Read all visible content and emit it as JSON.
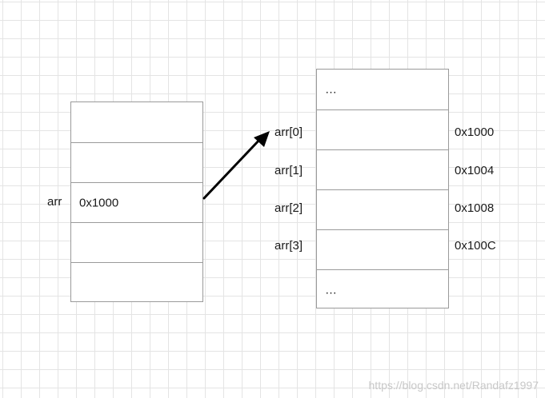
{
  "left_stack": {
    "name_label": "arr",
    "cells": [
      "",
      "",
      "0x1000",
      "",
      ""
    ]
  },
  "right_stack": {
    "cells": [
      "…",
      "",
      "",
      "",
      "",
      "…"
    ],
    "index_labels": [
      "arr[0]",
      "arr[1]",
      "arr[2]",
      "arr[3]"
    ],
    "address_labels": [
      "0x1000",
      "0x1004",
      "0x1008",
      "0x100C"
    ]
  },
  "arrow": {
    "color": "#000000"
  },
  "watermark": "https://blog.csdn.net/Randafz1997"
}
